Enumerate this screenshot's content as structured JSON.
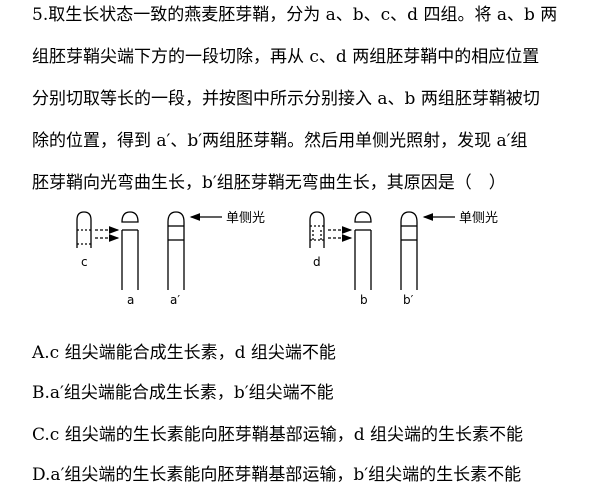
{
  "question": {
    "lines": [
      "5.取生长状态一致的燕麦胚芽鞘，分为 a、b、c、d 四组。将 a、b 两",
      "组胚芽鞘尖端下方的一段切除，再从 c、d 两组胚芽鞘中的相应位置",
      "分别切取等长的一段，并按图中所示分别接入 a、b 两组胚芽鞘被切",
      "除的位置，得到 a′、b′两组胚芽鞘。然后用单侧光照射，发现 a′组",
      "胚芽鞘向光弯曲生长，b′组胚芽鞘无弯曲生长，其原因是（　）"
    ]
  },
  "figure": {
    "light_label": "单侧光",
    "left_labels": {
      "c": "c",
      "a": "a",
      "a_prime": "a′"
    },
    "right_labels": {
      "d": "d",
      "b": "b",
      "b_prime": "b′"
    }
  },
  "options": [
    "A.c 组尖端能合成生长素，d 组尖端不能",
    "B.a′组尖端能合成生长素，b′组尖端不能",
    "C.c 组尖端的生长素能向胚芽鞘基部运输，d 组尖端的生长素不能",
    "D.a′组尖端的生长素能向胚芽鞘基部运输，b′组尖端的生长素不能"
  ]
}
